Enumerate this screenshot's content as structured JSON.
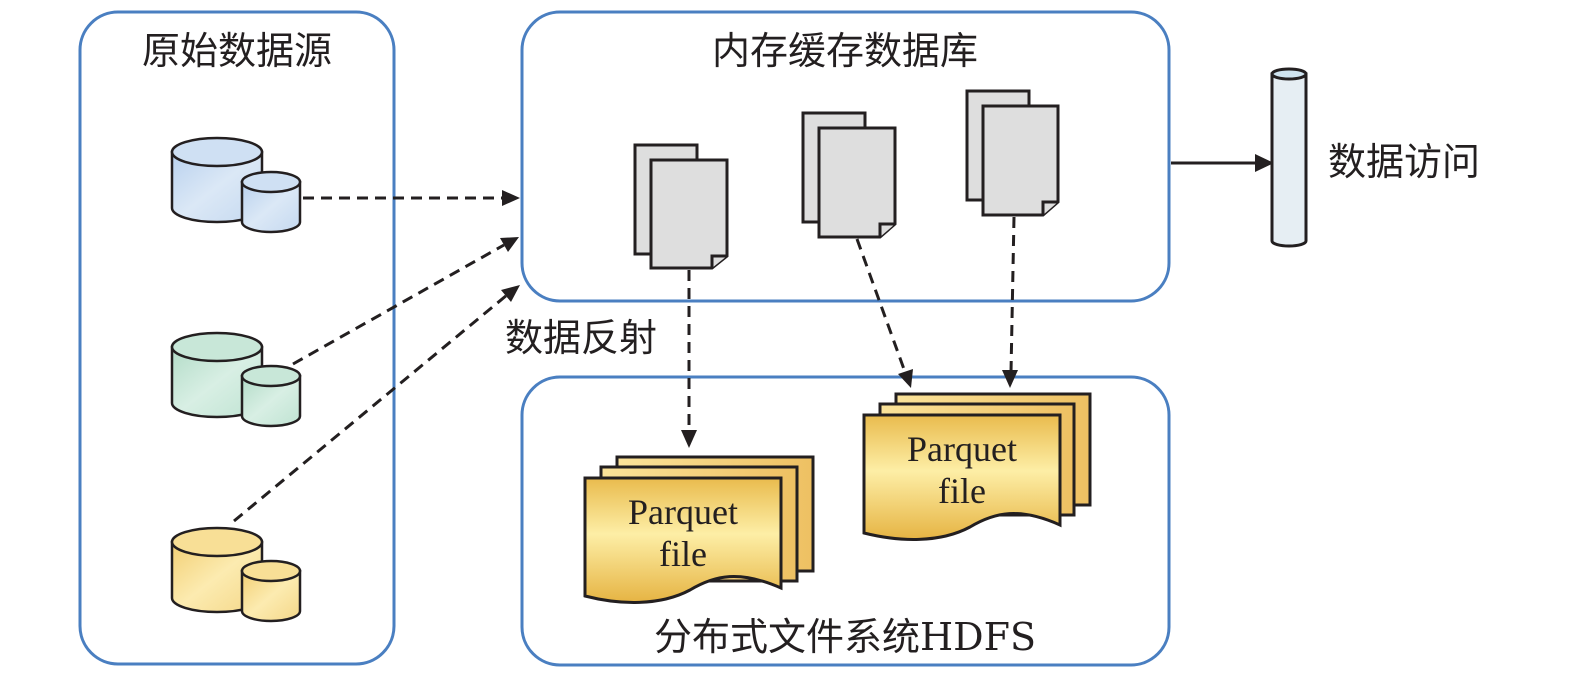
{
  "diagram": {
    "panels": {
      "sources": {
        "title": "原始数据源"
      },
      "memory_db": {
        "title": "内存缓存数据库"
      },
      "hdfs": {
        "title": "分布式文件系统HDFS"
      }
    },
    "labels": {
      "data_reflection": "数据反射",
      "data_access": "数据访问"
    },
    "parquet_files": [
      {
        "line1": "Parquet",
        "line2": "file"
      },
      {
        "line1": "Parquet",
        "line2": "file"
      }
    ],
    "sources": [
      {
        "name": "blue-database",
        "color_top": "#c6dbf1",
        "color_body": "#d6e5f5"
      },
      {
        "name": "green-database",
        "color_top": "#bfe3d3",
        "color_body": "#d3ede1"
      },
      {
        "name": "yellow-database",
        "color_top": "#f5d98a",
        "color_body": "#fbe8a8"
      }
    ],
    "colors": {
      "panel_border": "#4a7fc1",
      "document_fill": "#dedede",
      "parquet_light": "#fdeea6",
      "parquet_dark": "#e8b748",
      "access_cylinder": "#e6eef3"
    }
  }
}
